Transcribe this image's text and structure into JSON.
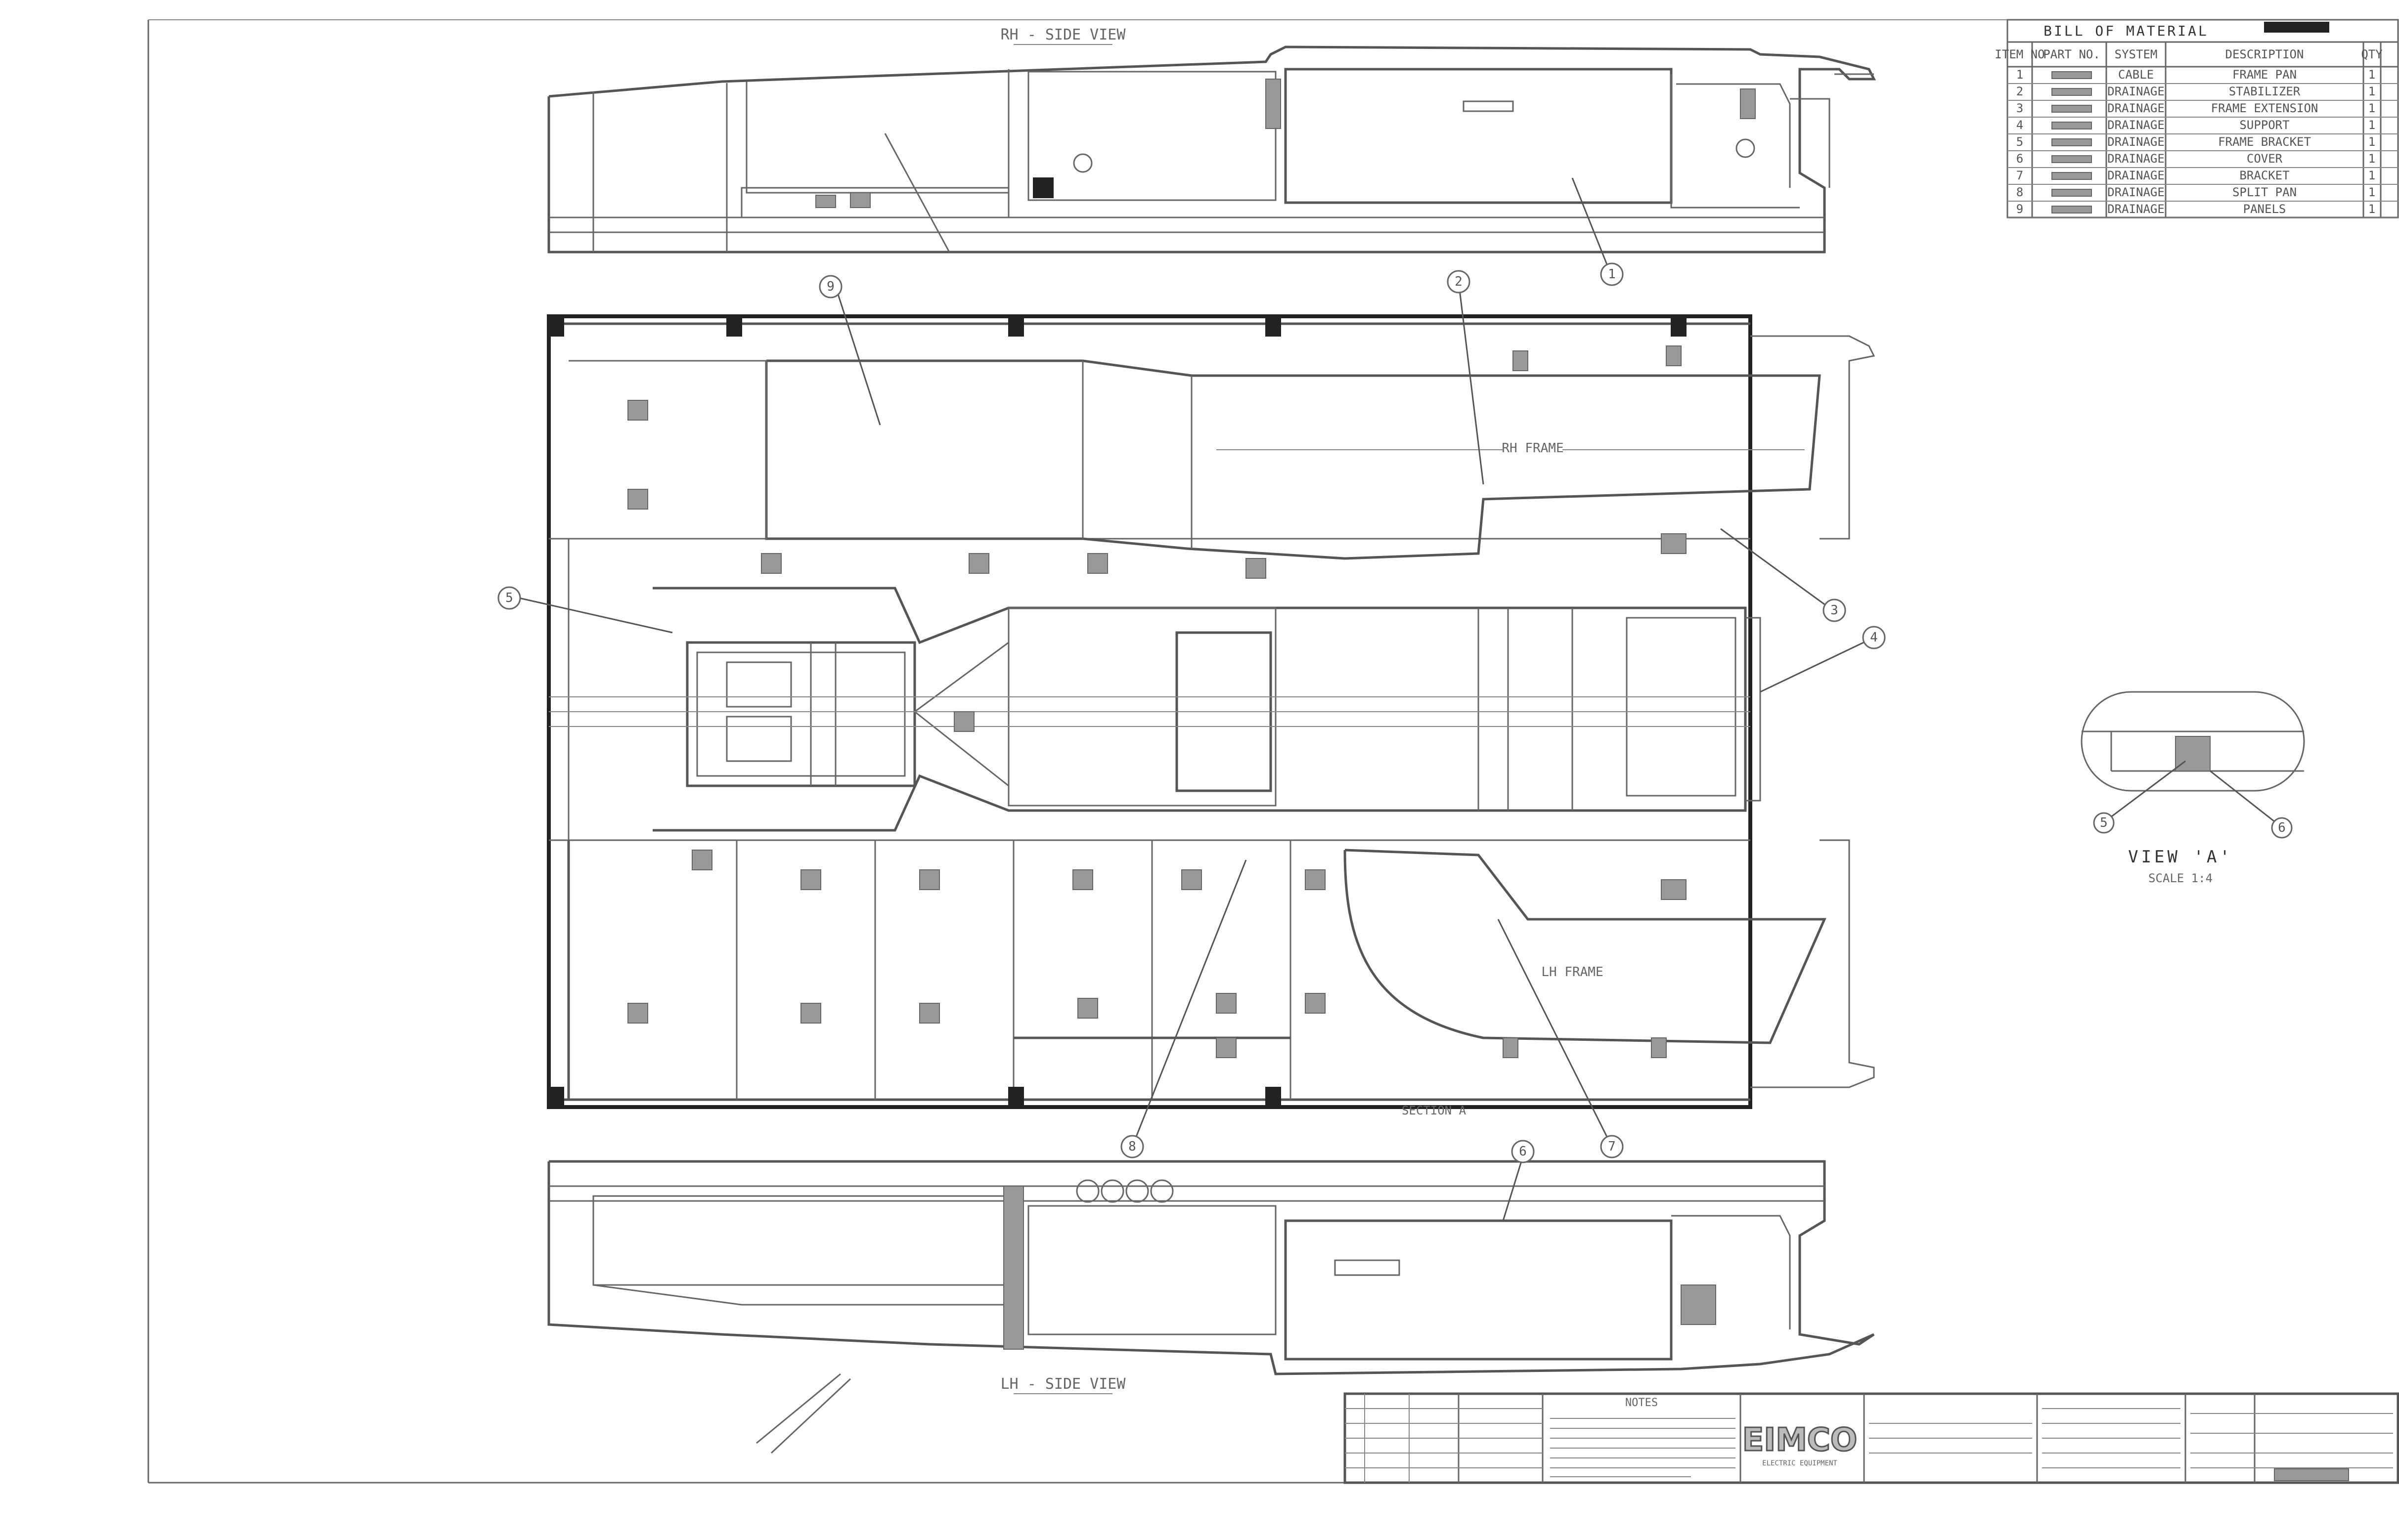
{
  "sheet": {
    "title_views": {
      "top_label": "RH - SIDE VIEW",
      "bottom_label": "LH - SIDE VIEW"
    },
    "plan_labels": {
      "upper_frame": "RH FRAME",
      "lower_frame": "LH FRAME",
      "section_note": "SECTION A"
    },
    "view_a": {
      "title": "VIEW 'A'",
      "scale": "SCALE 1:4"
    },
    "bom": {
      "title": "BILL OF MATERIAL",
      "headers": [
        "ITEM NO",
        "PART NO.",
        "SYSTEM",
        "DESCRIPTION",
        "QTY"
      ],
      "rows": [
        {
          "item": "1",
          "system": "CABLE",
          "desc": "FRAME PAN",
          "qty": "1"
        },
        {
          "item": "2",
          "system": "DRAINAGE",
          "desc": "STABILIZER",
          "qty": "1"
        },
        {
          "item": "3",
          "system": "DRAINAGE",
          "desc": "FRAME EXTENSION",
          "qty": "1"
        },
        {
          "item": "4",
          "system": "DRAINAGE",
          "desc": "SUPPORT",
          "qty": "1"
        },
        {
          "item": "5",
          "system": "DRAINAGE",
          "desc": "FRAME BRACKET",
          "qty": "1"
        },
        {
          "item": "6",
          "system": "DRAINAGE",
          "desc": "COVER",
          "qty": "1"
        },
        {
          "item": "7",
          "system": "DRAINAGE",
          "desc": "BRACKET",
          "qty": "1"
        },
        {
          "item": "8",
          "system": "DRAINAGE",
          "desc": "SPLIT PAN",
          "qty": "1"
        },
        {
          "item": "9",
          "system": "DRAINAGE",
          "desc": "PANELS",
          "qty": "1"
        }
      ]
    },
    "balloons": [
      "1",
      "2",
      "3",
      "4",
      "5",
      "6",
      "7",
      "8",
      "9"
    ],
    "title_block": {
      "logo": "EIMCO",
      "logo_sub": "ELECTRIC EQUIPMENT",
      "notes_title": "NOTES"
    }
  }
}
